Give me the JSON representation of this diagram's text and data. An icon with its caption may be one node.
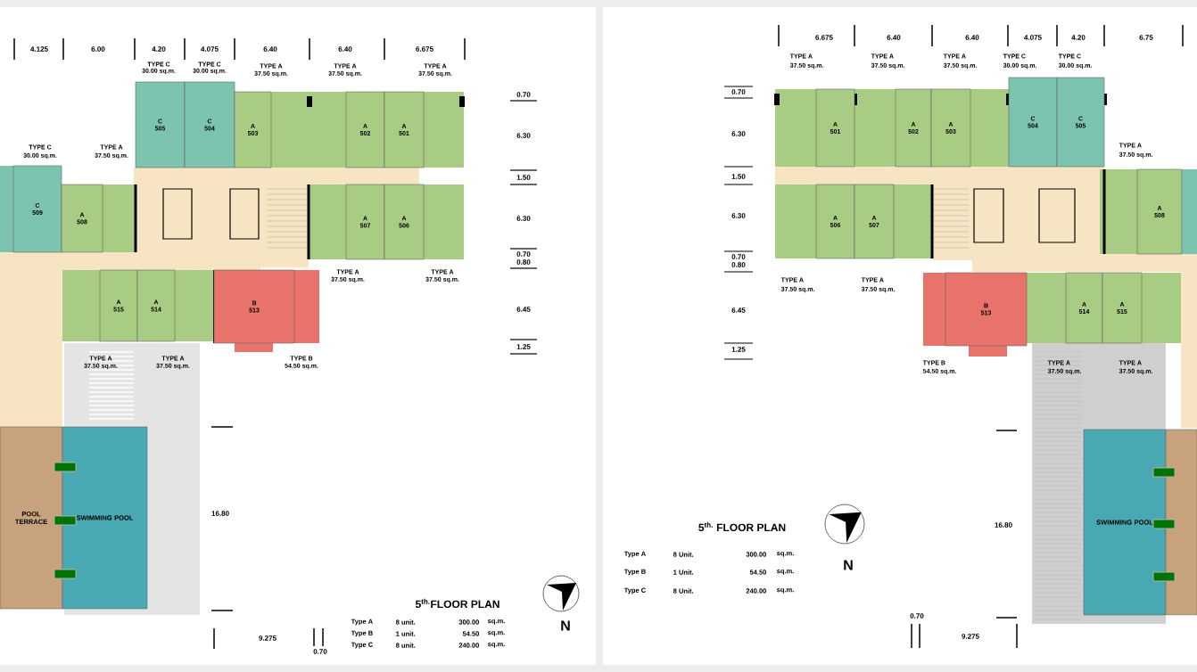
{
  "diagram": {
    "nodes": [
      {
        "text": [
          "C",
          "505"
        ]
      },
      {
        "text": [
          "C",
          "504"
        ]
      },
      {
        "text": [
          "A",
          "503"
        ]
      },
      {
        "text": [
          "A",
          "502"
        ]
      },
      {
        "text": [
          "A",
          "501"
        ]
      },
      {
        "text": [
          "C",
          "509"
        ]
      },
      {
        "text": [
          "A",
          "508"
        ]
      },
      {
        "text": [
          "A",
          "507"
        ]
      },
      {
        "text": [
          "A",
          "506"
        ]
      },
      {
        "text": [
          "A",
          "515"
        ]
      },
      {
        "text": [
          "A",
          "514"
        ]
      },
      {
        "text": [
          "B",
          "513"
        ]
      },
      {
        "text": [
          "POOL TERRACE"
        ]
      },
      {
        "text": [
          "SWIMMING POOL"
        ]
      },
      {
        "text": [
          "A",
          "501"
        ]
      },
      {
        "text": [
          "A",
          "502"
        ]
      },
      {
        "text": [
          "A",
          "503"
        ]
      },
      {
        "text": [
          "C",
          "504"
        ]
      },
      {
        "text": [
          "C",
          "505"
        ]
      },
      {
        "text": [
          "A",
          "506"
        ]
      },
      {
        "text": [
          "A",
          "507"
        ]
      },
      {
        "text": [
          "A",
          "508"
        ]
      },
      {
        "text": [
          "B",
          "513"
        ]
      },
      {
        "text": [
          "A",
          "514"
        ]
      },
      {
        "text": [
          "A",
          "515"
        ]
      },
      {
        "text": [
          "SWIMMING POOL"
        ]
      },
      {
        "text": [],
        "shape": "box"
      }
    ],
    "labels": [
      "4.125",
      "6.00",
      "4.20",
      "4.075",
      "6.40",
      "6.40",
      "6.675",
      "TYPE C",
      "30.00 sq.m.",
      "TYPE C",
      "30.00 sq.m.",
      "TYPE A",
      "37.50 sq.m.",
      "TYPE A",
      "37.50 sq.m.",
      "TYPE A",
      "37.50 sq.m.",
      "0.70",
      "6.30",
      "TYPE C",
      "30.00 sq.m.",
      "TYPE A",
      "37.50 sq.m.",
      "1.50",
      "6.30",
      "0.70",
      "0.80",
      "TYPE A",
      "37.50 sq.m.",
      "TYPE A",
      "37.50 sq.m.",
      "6.45",
      "1.25",
      "TYPE A",
      "37.50 sq.m.",
      "TYPE A",
      "37.50 sq.m.",
      "TYPE B",
      "54.50 sq.m.",
      "16.80",
      "5$^{th.}$FLOOR PLAN",
      "Type A",
      "8 unit.",
      "300.00",
      "sq.m.",
      "Type B",
      "1 unit.",
      "54.50",
      "sq.m.",
      "Type C",
      "8 unit.",
      "240.00",
      "sq.m.",
      "N",
      "9.275",
      "0.70",
      "6.675",
      "6.40",
      "6.40",
      "4.075",
      "4.20",
      "6.75",
      "TYPE A",
      "37.50 sq.m.",
      "TYPE A",
      "37.50 sq.m.",
      "TYPE A",
      "37.50 sq.m.",
      "TYPE C",
      "30.00 sq.m.",
      "TYPE C",
      "30.00 sq.m.",
      "0.70",
      "6.30",
      "TYPE A",
      "37.50 sq.m.",
      "1.50",
      "6.30",
      "0.70",
      "0.80",
      "TYPE A",
      "37.50 sq.m.",
      "TYPE A",
      "37.50 sq.m.",
      "6.45",
      "1.25",
      "TYPE B",
      "54.50 sq.m.",
      "TYPE A",
      "37.50 sq.m.",
      "TYPE A",
      "37.50 sq.m.",
      "5$^{th.}$ FLOOR PLAN",
      "Type A",
      "8 Unit.",
      "300.00",
      "sq.m.",
      "Type B",
      "1 Unit.",
      "54.50",
      "sq.m.",
      "Type C",
      "8 Unit.",
      "240.00",
      "sq.m.",
      "N",
      "16.80",
      "0.70",
      "9.275"
    ]
  }
}
